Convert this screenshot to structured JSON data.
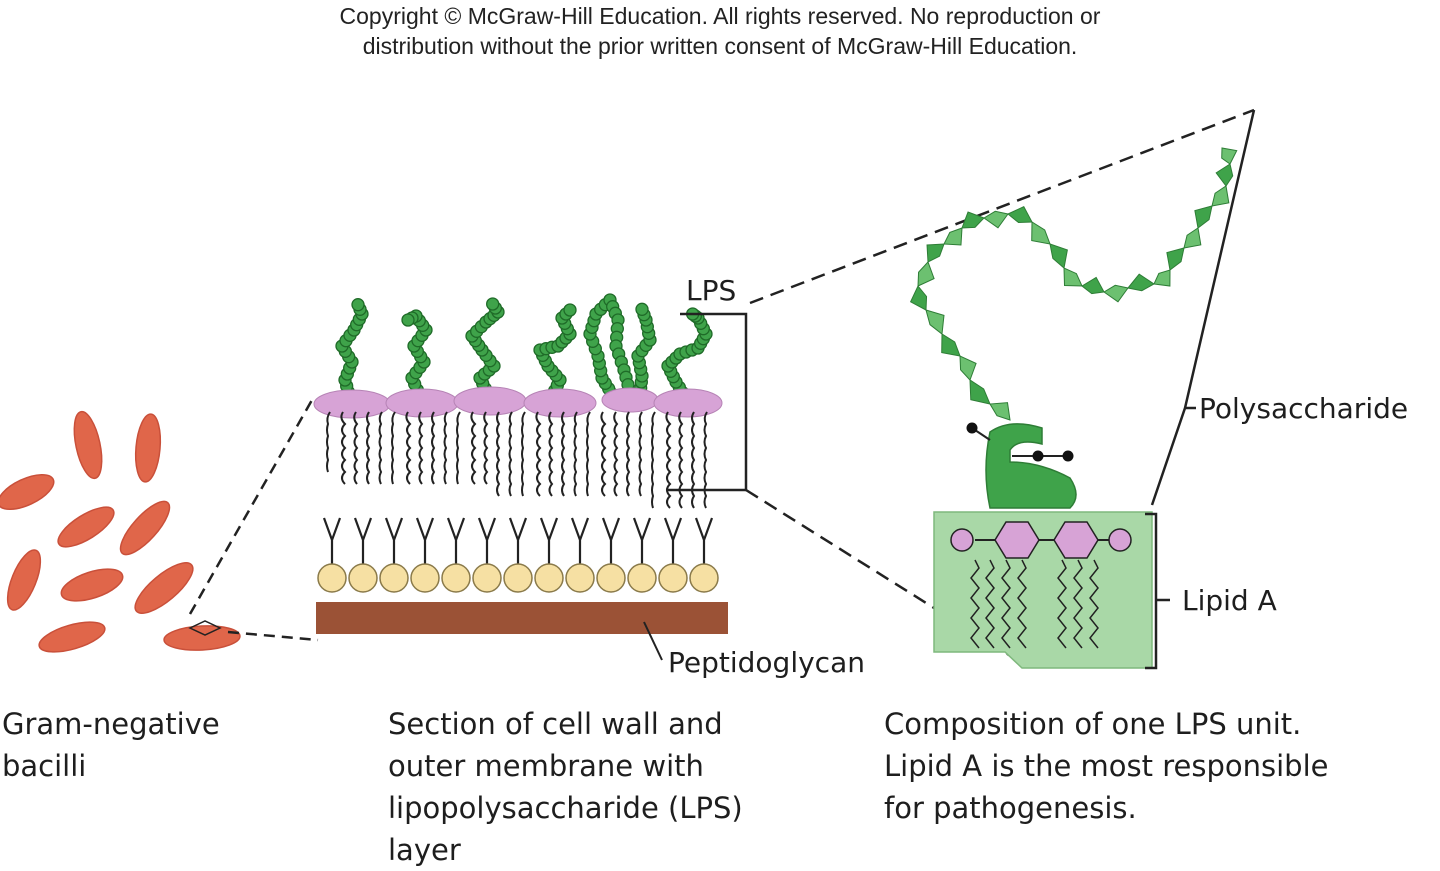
{
  "copyright": {
    "line1": "Copyright © McGraw-Hill Education.  All rights reserved. No reproduction or",
    "line2": "distribution without the prior written consent of McGraw-Hill Education."
  },
  "labels": {
    "lps": "LPS",
    "polysaccharide": "Polysaccharide",
    "lipid_a": "Lipid A",
    "peptidoglycan": "Peptidoglycan"
  },
  "captions": {
    "bacilli": [
      "Gram-negative",
      "bacilli"
    ],
    "section": [
      "Section of cell wall and",
      "outer membrane with",
      "lipopolysaccharide (LPS)",
      "layer"
    ],
    "composition": [
      "Composition of one LPS unit.",
      "Lipid A is the most responsible",
      "for pathogenesis."
    ]
  },
  "colors": {
    "bacilli": "#e0664a",
    "polysaccharide_green": "#3fa34a",
    "light_green": "#6cc070",
    "lipid_box": "#a9d8a7",
    "membrane_pink": "#d7a3d6",
    "phospholipid_head": "#f6e0a3",
    "peptidoglycan": "#9b5236"
  }
}
